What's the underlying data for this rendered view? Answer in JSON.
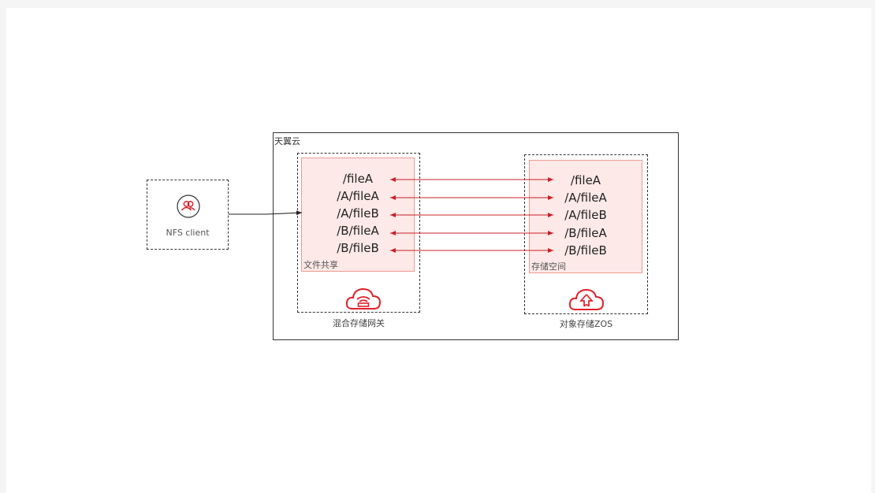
{
  "cloud_label": "天翼云",
  "client": {
    "label": "NFS client",
    "icon": "nfs-client-user-icon"
  },
  "gateway": {
    "share_label": "文件共享",
    "label": "混合存储网关",
    "icon": "gateway-cloud-icon",
    "files": [
      "/fileA",
      "/A/fileA",
      "/A/fileB",
      "/B/fileA",
      "/B/fileB"
    ]
  },
  "zos": {
    "space_label": "存储空间",
    "label": "对象存储ZOS",
    "icon": "zos-cloud-icon",
    "files": [
      "/fileA",
      "/A/fileA",
      "/A/fileB",
      "/B/fileA",
      "/B/fileB"
    ]
  },
  "colors": {
    "accent": "#e0202a",
    "pink_fill": "#fde9e7",
    "pink_border": "#ee9b92"
  }
}
